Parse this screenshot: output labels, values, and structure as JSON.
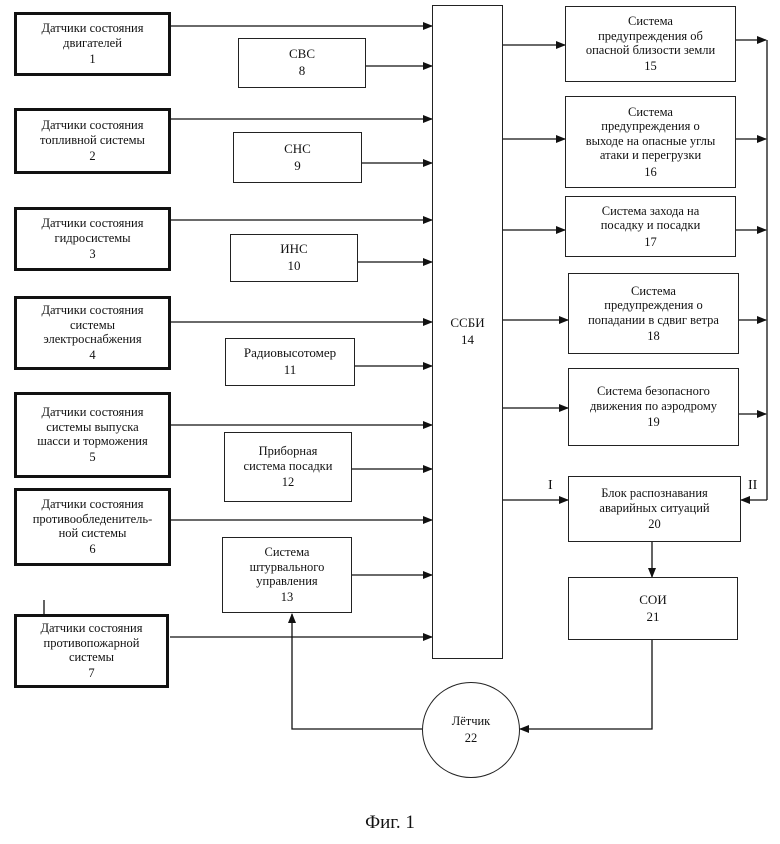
{
  "blocks": {
    "b1": {
      "label": "Датчики состояния\nдвигателей",
      "num": "1"
    },
    "b2": {
      "label": "Датчики состояния\nтопливной системы",
      "num": "2"
    },
    "b3": {
      "label": "Датчики состояния\nгидросистемы",
      "num": "3"
    },
    "b4": {
      "label": "Датчики состояния\nсистемы\nэлектроснабжения",
      "num": "4"
    },
    "b5": {
      "label": "Датчики состояния\nсистемы выпуска\nшасси и торможения",
      "num": "5"
    },
    "b6": {
      "label": "Датчики состояния\nпротивообледенитель-\nной системы",
      "num": "6"
    },
    "b7": {
      "label": "Датчики состояния\nпротивопожарной\nсистемы",
      "num": "7"
    },
    "b8": {
      "label": "СВС",
      "num": "8"
    },
    "b9": {
      "label": "СНС",
      "num": "9"
    },
    "b10": {
      "label": "ИНС",
      "num": "10"
    },
    "b11": {
      "label": "Радиовысотомер",
      "num": "11"
    },
    "b12": {
      "label": "Приборная\nсистема посадки",
      "num": "12"
    },
    "b13": {
      "label": "Система\nштурвального\nуправления",
      "num": "13"
    },
    "b14": {
      "label": "ССБИ",
      "num": "14"
    },
    "b15": {
      "label": "Система\nпредупреждения об\nопасной близости земли",
      "num": "15"
    },
    "b16": {
      "label": "Система\nпредупреждения о\nвыходе на опасные углы\nатаки и перегрузки",
      "num": "16"
    },
    "b17": {
      "label": "Система захода на\nпосадку и посадки",
      "num": "17"
    },
    "b18": {
      "label": "Система\nпредупреждения о\nпопадании в сдвиг ветра",
      "num": "18"
    },
    "b19": {
      "label": "Система безопасного\nдвижения по аэродрому",
      "num": "19"
    },
    "b20": {
      "label": "Блок распознавания\nаварийных ситуаций",
      "num": "20"
    },
    "b21": {
      "label": "СОИ",
      "num": "21"
    },
    "b22": {
      "label": "Лётчик",
      "num": "22"
    }
  },
  "markers": {
    "input_one": "I",
    "input_two": "II"
  },
  "caption": "Фиг. 1"
}
